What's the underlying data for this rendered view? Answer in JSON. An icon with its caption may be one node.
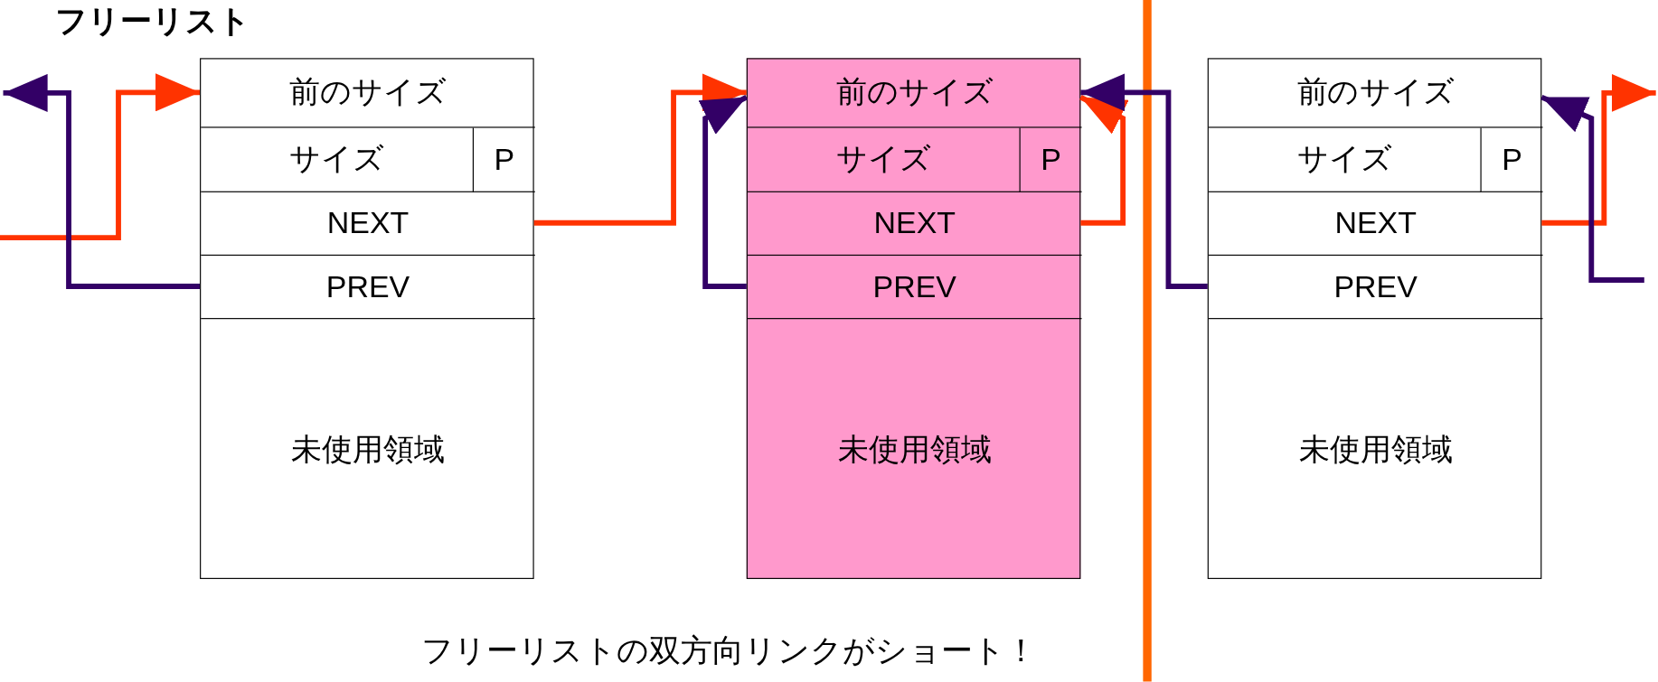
{
  "diagram": {
    "title": "フリーリスト",
    "caption": "フリーリストの双方向リンクがショート！",
    "nodes": [
      {
        "text": [],
        "shape": "box"
      },
      {
        "text": [
          "前のサイズ"
        ],
        "in": 0
      },
      {
        "text": [
          "サイズ"
        ],
        "in": 0
      },
      {
        "text": [
          "P"
        ],
        "in": 0
      },
      {
        "text": [
          "NEXT"
        ],
        "in": 0
      },
      {
        "text": [
          "PREV"
        ],
        "in": 0
      },
      {
        "text": [
          "未使用領域"
        ],
        "in": 0
      },
      {
        "text": [],
        "shape": "box"
      },
      {
        "text": [
          "前のサイズ"
        ],
        "in": 7
      },
      {
        "text": [
          "サイズ"
        ],
        "in": 7
      },
      {
        "text": [
          "P"
        ],
        "in": 7
      },
      {
        "text": [
          "NEXT"
        ],
        "in": 7
      },
      {
        "text": [
          "PREV"
        ],
        "in": 7
      },
      {
        "text": [
          "未使用領域"
        ],
        "in": 7
      },
      {
        "text": [],
        "shape": "box"
      },
      {
        "text": [
          "前のサイズ"
        ],
        "in": 14
      },
      {
        "text": [
          "サイズ"
        ],
        "in": 14
      },
      {
        "text": [
          "P"
        ],
        "in": 14
      },
      {
        "text": [
          "NEXT"
        ],
        "in": 14
      },
      {
        "text": [
          "PREV"
        ],
        "in": 14
      },
      {
        "text": [
          "未使用領域"
        ],
        "in": 14
      }
    ],
    "edges": [
      {
        "from": null,
        "to": 1,
        "arrow": "to",
        "color": "#ff3300"
      },
      {
        "from": 5,
        "to": null,
        "arrow": "to",
        "color": "#330066"
      },
      {
        "from": 4,
        "to": 8,
        "arrow": "to",
        "color": "#ff3300"
      },
      {
        "from": 12,
        "to": 8,
        "arrow": "to",
        "color": "#330066"
      },
      {
        "from": 11,
        "to": 8,
        "arrow": "to",
        "color": "#ff3300"
      },
      {
        "from": 19,
        "to": 8,
        "arrow": "to",
        "color": "#330066"
      },
      {
        "from": 18,
        "to": null,
        "arrow": "to",
        "color": "#ff3300"
      },
      {
        "from": null,
        "to": 15,
        "arrow": "to",
        "color": "#330066"
      }
    ]
  }
}
